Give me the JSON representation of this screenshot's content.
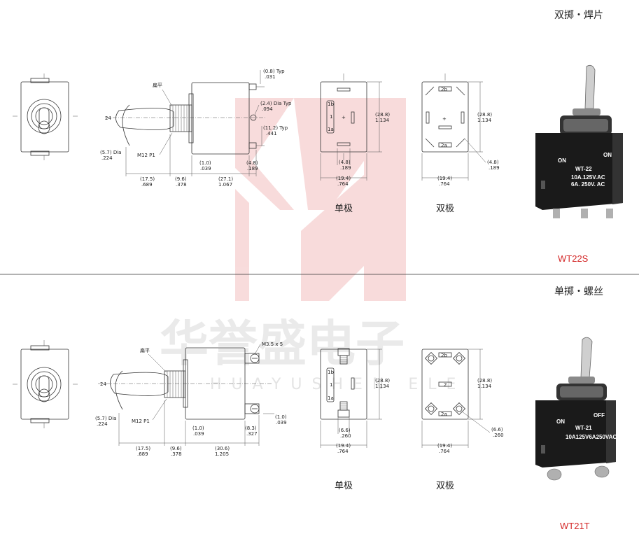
{
  "watermark": {
    "text_cn": "华誉盛电子",
    "text_en": "HUAYUSHEN ELE"
  },
  "top": {
    "heading": "双掷・焊片",
    "model": "WT22S",
    "single_pole": "单极",
    "double_pole": "双极",
    "labels": {
      "flat": "扁平",
      "dim24": "24",
      "dia": "(5.7) Dia\n.224",
      "m12": "M12 P1",
      "d175": "(17.5)\n.689",
      "d96": "(9.6)\n.378",
      "d10": "(1.0)\n.039",
      "d271": "(27.1)\n1.067",
      "d48": "(4.8)\n.189",
      "d08": "(0.8) Typ\n.031",
      "d24dia": "(2.4) Dia Typ\n.094",
      "d112": "(11.2) Typ\n.441",
      "h288": "(28.8)\n1.134",
      "w194": "(19.4)\n.764",
      "sp48": "(4.8)\n.189",
      "dp48": "(4.8)\n.189",
      "term1b": "1b",
      "term1": "1",
      "term1a": "1a",
      "term2b": "2b",
      "term2a": "2a"
    },
    "photo": {
      "on1": "ON",
      "on2": "ON",
      "part": "WT-22",
      "rating1": "10A.125V.AC",
      "rating2": "6A. 250V. AC"
    }
  },
  "bottom": {
    "heading": "单掷・螺丝",
    "model": "WT21T",
    "single_pole": "单极",
    "double_pole": "双极",
    "labels": {
      "flat": "扁平",
      "screw": "M3.5 x 5",
      "dim24": "24",
      "dia": "(5.7) Dia\n.224",
      "m12": "M12 P1",
      "d175": "(17.5)\n.689",
      "d96": "(9.6)\n.378",
      "d10a": "(1.0)\n.039",
      "d306": "(30.6)\n1.205",
      "d83": "(8.3)\n.327",
      "d10b": "(1.0)\n.039",
      "h288": "(28.8)\n1.134",
      "w194": "(19.4)\n.764",
      "sp66": "(6.6)\n.260",
      "dp66": "(6.6)\n.260",
      "term1b": "1b",
      "term1": "1",
      "term1a": "1a",
      "term2b": "2b",
      "term2": "2",
      "term2a": "2a"
    },
    "photo": {
      "on": "ON",
      "off": "OFF",
      "part": "WT-21",
      "rating": "10A125V6A250VAC"
    }
  }
}
